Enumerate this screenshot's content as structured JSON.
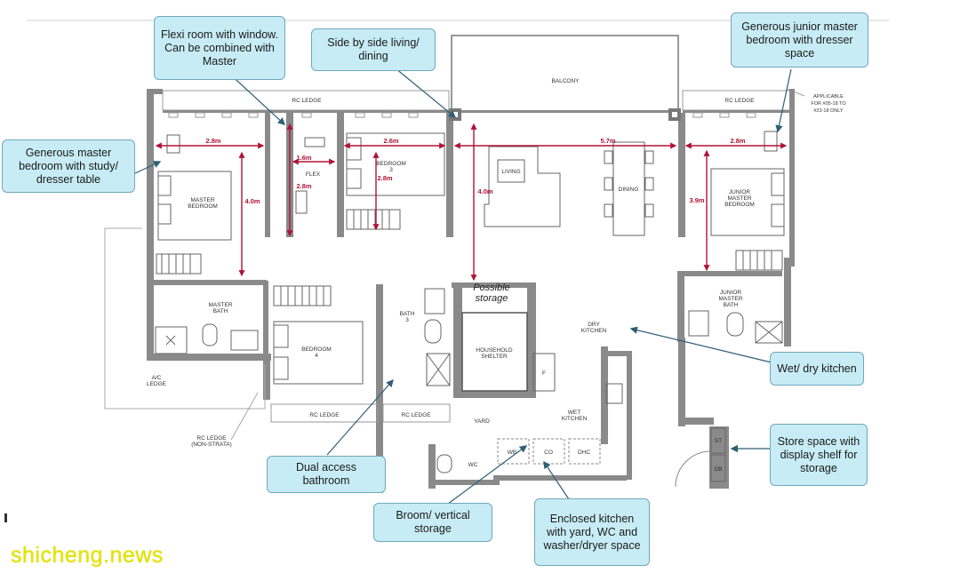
{
  "rooms": {
    "balcony": "BALCONY",
    "rc_ledge_top_left": "RC LEDGE",
    "rc_ledge_top_right": "RC LEDGE",
    "applicable_note_1": "APPLICABLE",
    "applicable_note_2": "FOR #05-18 TO",
    "applicable_note_3": "#23-18 ONLY",
    "flex": "FLEX",
    "master_bedroom_1": "MASTER",
    "master_bedroom_2": "BEDROOM",
    "bedroom3_1": "BEDROOM",
    "bedroom3_2": "3",
    "living": "LIVING",
    "dining": "DINING",
    "junior_master_bedroom_1": "JUNIOR",
    "junior_master_bedroom_2": "MASTER",
    "junior_master_bedroom_3": "BEDROOM",
    "master_bath_1": "MASTER",
    "master_bath_2": "BATH",
    "bedroom4_1": "BEDROOM",
    "bedroom4_2": "4",
    "bath3_1": "BATH",
    "bath3_2": "3",
    "household_shelter_1": "HOUSEHOLD",
    "household_shelter_2": "SHELTER",
    "dry_kitchen_1": "DRY",
    "dry_kitchen_2": "KITCHEN",
    "junior_master_bath_1": "JUNIOR",
    "junior_master_bath_2": "MASTER",
    "junior_master_bath_3": "BATH",
    "ac_ledge_1": "A/C",
    "ac_ledge_2": "LEDGE",
    "rc_ledge_bottom_1": "RC LEDGE",
    "rc_ledge_bottom_2": "RC LEDGE",
    "rc_ledge_nonstrata_1": "RC LEDGE",
    "rc_ledge_nonstrata_2": "(NON-STRATA)",
    "yard": "YARD",
    "wet_kitchen_1": "WET",
    "wet_kitchen_2": "KITCHEN",
    "wc": "WC",
    "wb": "WB",
    "co": "CO",
    "dhc": "DHC",
    "fridge": "F",
    "st": "ST",
    "db": "DB"
  },
  "dimensions": {
    "master_w": "2.8m",
    "flex_w": "1.6m",
    "flex_h": "2.8m",
    "bedroom3_w": "2.6m",
    "bedroom3_h": "2.8m",
    "living_w": "5.7m",
    "living_h": "4.0m",
    "junior_w": "2.8m",
    "junior_h": "3.9m",
    "master_h": "4.0m"
  },
  "possible_storage": "Possible storage",
  "callouts": {
    "flexi": "Flexi room with window. Can be combined with Master",
    "side_by_side": "Side by side living/ dining",
    "junior": "Generous junior master bedroom with dresser space",
    "master": "Generous master bedroom with study/ dresser table",
    "wet_dry": "Wet/ dry kitchen",
    "store": "Store space with display shelf for storage",
    "dual_access": "Dual access bathroom",
    "broom": "Broom/ vertical storage",
    "enclosed": "Enclosed kitchen with yard, WC and washer/dryer space"
  },
  "watermark": "shicheng.news"
}
